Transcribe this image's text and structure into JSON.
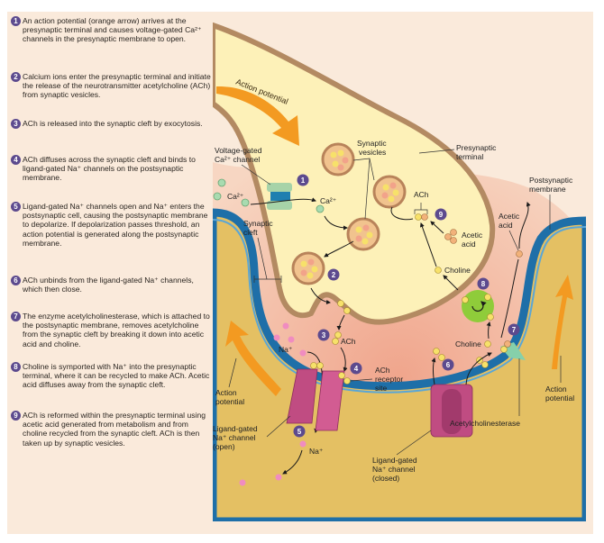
{
  "steps": [
    {
      "num": "1",
      "text": "An action potential (orange arrow) arrives at the presynaptic terminal and causes voltage-gated Ca²⁺ channels in the presynaptic membrane to open."
    },
    {
      "num": "2",
      "text": "Calcium ions enter the presynaptic terminal and initiate the release of the neurotransmitter acetylcholine (ACh) from synaptic vesicles."
    },
    {
      "num": "3",
      "text": "ACh is released into the synaptic cleft by exocytosis."
    },
    {
      "num": "4",
      "text": "ACh diffuses across the synaptic cleft and binds to ligand-gated Na⁺ channels on the postsynaptic membrane."
    },
    {
      "num": "5",
      "text": "Ligand-gated Na⁺ channels open and Na⁺ enters the postsynaptic cell, causing the postsynaptic membrane to depolarize. If depolarization passes threshold, an action potential is generated along the postsynaptic membrane."
    },
    {
      "num": "6",
      "text": "ACh unbinds from the ligand-gated Na⁺ channels, which then close."
    },
    {
      "num": "7",
      "text": "The enzyme acetylcholinesterase, which is attached to the postsynaptic membrane, removes acetylcholine from the synaptic cleft by breaking it down into acetic acid and choline."
    },
    {
      "num": "8",
      "text": "Choline is symported with Na⁺ into the presynaptic terminal, where it can be recycled to make ACh. Acetic acid diffuses away from the synaptic cleft."
    },
    {
      "num": "9",
      "text": "ACh is reformed within the presynaptic terminal using acetic acid generated from metabolism and from choline recycled from the synaptic cleft. ACh is then taken up by synaptic vesicles."
    }
  ],
  "labels": {
    "action_potential_top": "Action potential",
    "voltage_gated_1": "Voltage-gated",
    "voltage_gated_2": "Ca²⁺ channel",
    "ca_outside": "Ca²⁺",
    "ca_inside": "Ca²⁺",
    "synaptic_vesicles_1": "Synaptic",
    "synaptic_vesicles_2": "vesicles",
    "presynaptic_terminal_1": "Presynaptic",
    "presynaptic_terminal_2": "terminal",
    "postsynaptic_membrane_1": "Postsynaptic",
    "postsynaptic_membrane_2": "membrane",
    "ach_inside": "ACh",
    "acetic_acid_inside_1": "Acetic",
    "acetic_acid_inside_2": "acid",
    "acetic_acid_cleft_1": "Acetic",
    "acetic_acid_cleft_2": "acid",
    "choline_inside": "Choline",
    "choline_cleft": "Choline",
    "synaptic_cleft_1": "Synaptic",
    "synaptic_cleft_2": "cleft",
    "ach_cleft": "ACh",
    "na_cleft": "Na⁺",
    "na_inside": "Na⁺",
    "ach_receptor_1": "ACh",
    "ach_receptor_2": "receptor",
    "ach_receptor_3": "site",
    "action_potential_left_1": "Action",
    "action_potential_left_2": "potential",
    "action_potential_right_1": "Action",
    "action_potential_right_2": "potential",
    "ligand_open_1": "Ligand-gated",
    "ligand_open_2": "Na⁺ channel",
    "ligand_open_3": "(open)",
    "ligand_closed_1": "Ligand-gated",
    "ligand_closed_2": "Na⁺ channel",
    "ligand_closed_3": "(closed)",
    "acetylcholinesterase": "Acetylcholinesterase"
  },
  "badges": [
    "1",
    "2",
    "3",
    "4",
    "5",
    "6",
    "7",
    "8",
    "9"
  ],
  "colors": {
    "panel": "#faeadb",
    "badge": "#5c4a8e",
    "cytoplasm": "#fdf1b8",
    "membrane": "#b38a62",
    "cleft": "#eeaa90",
    "postsynaptic_cell": "#e4c063",
    "post_membrane": "#1e6fa8",
    "arrow_orange": "#f39a21",
    "channel_pink": "#c04c82",
    "enzyme": "#86d0aa",
    "transporter": "#8fcc3a"
  }
}
